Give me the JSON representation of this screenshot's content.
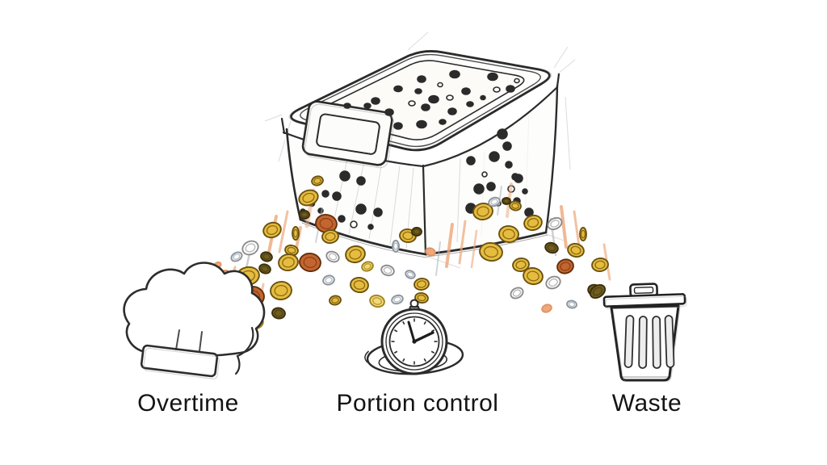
{
  "destinations": [
    {
      "id": "overtime",
      "label": "Overtime",
      "icon": "chef-hat-icon"
    },
    {
      "id": "portion-control",
      "label": "Portion control",
      "icon": "stopwatch-plate-icon"
    },
    {
      "id": "waste",
      "label": "Waste",
      "icon": "trash-can-icon"
    }
  ],
  "palette": {
    "ink": "#2b2b2b",
    "sketch": "#a7adb4",
    "salmon": "#eda87a",
    "text": "#141414",
    "paper": "#ffffff"
  },
  "coin_styles": {
    "g": {
      "fill": "#e6bc3f",
      "stroke": "#6b5210",
      "inner": "#8a6a14"
    },
    "y": {
      "fill": "#f1d878",
      "stroke": "#a0831f",
      "inner": "#b89a30"
    },
    "c": {
      "fill": "#c4652f",
      "stroke": "#64300d",
      "inner": "#8a431a"
    },
    "s": {
      "fill": "#fbfbfb",
      "stroke": "#8b939c",
      "inner": "#b3bac1"
    },
    "o": {
      "fill": "#6f5d22",
      "stroke": "#3b2f0c",
      "inner": "#51430f"
    },
    "p": {
      "fill": "#efa87c",
      "stroke": "#e19465",
      "inner": null
    },
    "w": {
      "fill": "#ffffff",
      "stroke": "#8c8c8c",
      "inner": "#b5b5b5"
    }
  },
  "illustration": {
    "holes": {
      "lid": [
        [
          493,
          110,
          5,
          3.5,
          "f"
        ],
        [
          522,
          98,
          5,
          4,
          "f"
        ],
        [
          563,
          92,
          6,
          4.5,
          "f"
        ],
        [
          610,
          95,
          6,
          4.5,
          "f"
        ],
        [
          632,
          110,
          5,
          4,
          "f"
        ],
        [
          615,
          111,
          4,
          3,
          "o"
        ],
        [
          518,
          113,
          4,
          3,
          "f"
        ],
        [
          537,
          123,
          6,
          4.5,
          "f"
        ],
        [
          577,
          113,
          5,
          4,
          "f"
        ],
        [
          557,
          121,
          4,
          3,
          "o"
        ],
        [
          582,
          129,
          4,
          3,
          "f"
        ],
        [
          465,
          125,
          5,
          4,
          "f"
        ],
        [
          510,
          128,
          4,
          3,
          "o"
        ],
        [
          527,
          133,
          5,
          4,
          "f"
        ],
        [
          560,
          138,
          5,
          4,
          "f"
        ],
        [
          482,
          139,
          5,
          4,
          "f"
        ],
        [
          430,
          131,
          4,
          3,
          "f"
        ],
        [
          455,
          131,
          4,
          3,
          "f"
        ],
        [
          522,
          154,
          6,
          4.5,
          "f"
        ],
        [
          493,
          156,
          5,
          4,
          "f"
        ],
        [
          548,
          151,
          4,
          3,
          "f"
        ],
        [
          545,
          105,
          3,
          2.5,
          "o"
        ],
        [
          598,
          121,
          3,
          2.5,
          "f"
        ],
        [
          640,
          100,
          3,
          2.5,
          "o"
        ]
      ],
      "front": [
        [
          427,
          218,
          6,
          6,
          "f"
        ],
        [
          447,
          224,
          5,
          5,
          "f"
        ],
        [
          403,
          240,
          4,
          4,
          "f"
        ],
        [
          417,
          243,
          5,
          5,
          "f"
        ],
        [
          447,
          259,
          6,
          6,
          "f"
        ],
        [
          468,
          263,
          5,
          5,
          "f"
        ],
        [
          423,
          271,
          4,
          4,
          "f"
        ],
        [
          397,
          261,
          3,
          3,
          "f"
        ],
        [
          438,
          278,
          4,
          4,
          "o"
        ],
        [
          459,
          281,
          3,
          3,
          "f"
        ],
        [
          386,
          252,
          3.5,
          3.5,
          "f"
        ],
        [
          375,
          262,
          3,
          3,
          "f"
        ]
      ],
      "side": [
        [
          622,
          166,
          6,
          6,
          "f"
        ],
        [
          628,
          181,
          5,
          5,
          "f"
        ],
        [
          612,
          194,
          6,
          6,
          "f"
        ],
        [
          583,
          199,
          5,
          5,
          "f"
        ],
        [
          630,
          204,
          4,
          4,
          "f"
        ],
        [
          642,
          221,
          5,
          5,
          "f"
        ],
        [
          593,
          234,
          6,
          6,
          "f"
        ],
        [
          608,
          231,
          5,
          5,
          "f"
        ],
        [
          633,
          234,
          4,
          4,
          "o"
        ],
        [
          638,
          219,
          4,
          4,
          "f"
        ],
        [
          583,
          258,
          6,
          6,
          "f"
        ],
        [
          640,
          249,
          4,
          4,
          "f"
        ],
        [
          650,
          237,
          3,
          3,
          "f"
        ],
        [
          600,
          216,
          3,
          3,
          "o"
        ],
        [
          655,
          263,
          5,
          5,
          "f"
        ],
        [
          663,
          272,
          4,
          4,
          "f"
        ],
        [
          617,
          252,
          3,
          3,
          "o"
        ]
      ]
    },
    "streaks": [
      [
        342,
        268,
        331,
        322,
        "p",
        4,
        0.8
      ],
      [
        356,
        262,
        346,
        312,
        "p",
        3,
        0.7
      ],
      [
        372,
        282,
        362,
        332,
        "p",
        4,
        0.75
      ],
      [
        312,
        300,
        302,
        346,
        "gr",
        2.5,
        0.6
      ],
      [
        291,
        331,
        283,
        372,
        "p",
        3,
        0.7
      ],
      [
        326,
        352,
        318,
        396,
        "p",
        3,
        0.6
      ],
      [
        399,
        258,
        391,
        300,
        "gr",
        2,
        0.5
      ],
      [
        388,
        236,
        380,
        280,
        "p",
        5,
        0.5
      ],
      [
        560,
        278,
        553,
        330,
        "p",
        4,
        0.8
      ],
      [
        576,
        274,
        569,
        326,
        "p",
        3,
        0.7
      ],
      [
        590,
        286,
        584,
        331,
        "p",
        2.5,
        0.6
      ],
      [
        545,
        300,
        540,
        341,
        "gr",
        2,
        0.5
      ],
      [
        695,
        256,
        701,
        306,
        "p",
        4,
        0.8
      ],
      [
        711,
        262,
        718,
        312,
        "p",
        3,
        0.7
      ],
      [
        682,
        271,
        688,
        316,
        "gr",
        2.5,
        0.55
      ],
      [
        748,
        303,
        755,
        346,
        "p",
        3,
        0.65
      ],
      [
        621,
        231,
        616,
        266,
        "gr",
        2,
        0.5
      ],
      [
        633,
        228,
        628,
        268,
        "p",
        4,
        0.5
      ]
    ],
    "streams": [
      {
        "name": "overtime-coin-stream",
        "coins": [
          [
            393,
            224,
            7,
            5.5,
            -15,
            "g"
          ],
          [
            382,
            245,
            12,
            9,
            -20,
            "g"
          ],
          [
            377,
            266,
            6,
            5,
            0,
            "o"
          ],
          [
            404,
            277,
            13,
            11,
            10,
            "c"
          ],
          [
            409,
            293,
            10,
            8,
            -8,
            "g"
          ],
          [
            337,
            285,
            11,
            9,
            -18,
            "g"
          ],
          [
            361,
            310,
            8,
            6,
            12,
            "g"
          ],
          [
            310,
            307,
            10,
            8,
            -25,
            "w"
          ],
          [
            293,
            318,
            7,
            5,
            -30,
            "s"
          ],
          [
            330,
            318,
            7,
            5.5,
            15,
            "o"
          ],
          [
            357,
            325,
            12,
            10,
            -10,
            "g"
          ],
          [
            384,
            325,
            13,
            11,
            8,
            "c"
          ],
          [
            278,
            340,
            6,
            4.5,
            -35,
            "p"
          ],
          [
            307,
            342,
            14,
            11,
            -12,
            "g"
          ],
          [
            328,
            333,
            7,
            5.5,
            20,
            "o"
          ],
          [
            285,
            360,
            5,
            4,
            -30,
            "p"
          ],
          [
            313,
            367,
            14,
            12,
            6,
            "c"
          ],
          [
            348,
            360,
            13,
            11,
            -6,
            "g"
          ],
          [
            293,
            385,
            8,
            6,
            -35,
            "w"
          ],
          [
            317,
            400,
            9,
            7,
            -20,
            "y"
          ],
          [
            345,
            388,
            8,
            6.5,
            10,
            "o"
          ],
          [
            412,
            318,
            8,
            6,
            25,
            "w"
          ],
          [
            407,
            347,
            7,
            5.5,
            -15,
            "s"
          ],
          [
            366,
            289,
            4,
            8,
            0,
            "g"
          ],
          [
            269,
            329,
            5,
            3.5,
            -40,
            "p"
          ]
        ]
      },
      {
        "name": "portion-control-coin-stream",
        "coins": [
          [
            505,
            292,
            10,
            8,
            5,
            "g"
          ],
          [
            516,
            287,
            6,
            5,
            0,
            "o"
          ],
          [
            533,
            312,
            6,
            4.5,
            20,
            "p"
          ],
          [
            440,
            315,
            12,
            10,
            -12,
            "g"
          ],
          [
            480,
            335,
            8,
            6,
            18,
            "w"
          ],
          [
            455,
            330,
            7,
            5.5,
            -20,
            "y"
          ],
          [
            445,
            353,
            11,
            9,
            8,
            "g"
          ],
          [
            415,
            372,
            7,
            5.5,
            -10,
            "g"
          ],
          [
            467,
            373,
            9,
            7,
            15,
            "y"
          ],
          [
            492,
            371,
            7,
            5,
            -18,
            "s"
          ],
          [
            522,
            369,
            8,
            6,
            10,
            "g"
          ],
          [
            522,
            352,
            9,
            7,
            -8,
            "g"
          ],
          [
            508,
            340,
            6,
            4.5,
            25,
            "s"
          ],
          [
            490,
            305,
            4,
            7,
            0,
            "s"
          ]
        ]
      },
      {
        "name": "waste-coin-stream",
        "coins": [
          [
            598,
            262,
            12,
            10,
            -10,
            "g"
          ],
          [
            612,
            250,
            7,
            5,
            -20,
            "s"
          ],
          [
            638,
            255,
            7,
            5.5,
            10,
            "g"
          ],
          [
            627,
            249,
            5,
            4,
            0,
            "o"
          ],
          [
            630,
            290,
            12,
            10,
            6,
            "g"
          ],
          [
            660,
            276,
            11,
            9,
            -14,
            "g"
          ],
          [
            687,
            277,
            9,
            6.5,
            -28,
            "w"
          ],
          [
            608,
            312,
            14,
            11,
            8,
            "g"
          ],
          [
            645,
            328,
            10,
            8,
            -10,
            "g"
          ],
          [
            660,
            342,
            12,
            10,
            12,
            "g"
          ],
          [
            683,
            307,
            8,
            6,
            18,
            "o"
          ],
          [
            685,
            350,
            9,
            7,
            -25,
            "w"
          ],
          [
            713,
            310,
            10,
            8,
            15,
            "g"
          ],
          [
            743,
            328,
            10,
            8,
            -8,
            "g"
          ],
          [
            700,
            330,
            10,
            8.5,
            -15,
            "c"
          ],
          [
            737,
            360,
            9,
            7,
            20,
            "o"
          ],
          [
            640,
            363,
            8,
            6,
            -30,
            "w"
          ],
          [
            677,
            382,
            6,
            4.5,
            -20,
            "p"
          ],
          [
            708,
            377,
            6,
            4.5,
            10,
            "s"
          ],
          [
            740,
            361,
            10,
            7,
            -35,
            "o"
          ],
          [
            722,
            290,
            4,
            8,
            0,
            "g"
          ]
        ]
      }
    ]
  }
}
